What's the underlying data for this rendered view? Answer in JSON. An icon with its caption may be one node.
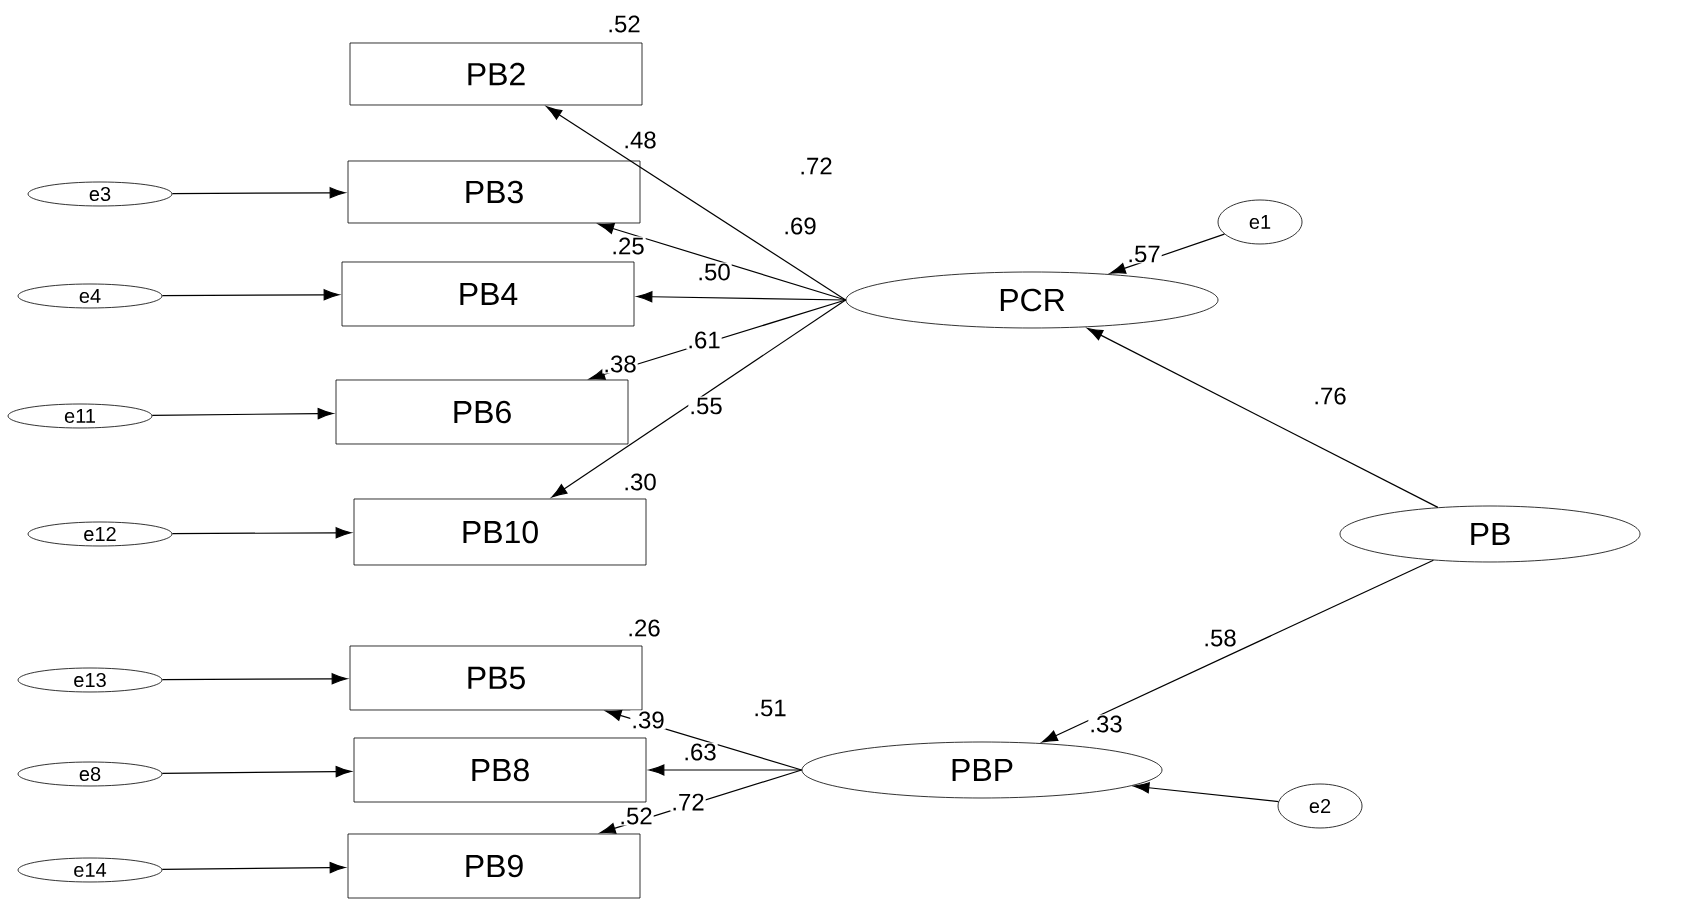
{
  "diagram": {
    "nodes": [
      {
        "text": [
          "PB2"
        ],
        "beside": [
          ".52"
        ]
      },
      {
        "text": [
          "PB3"
        ],
        "beside": [
          ".48"
        ]
      },
      {
        "text": [
          "PB4"
        ],
        "beside": [
          ".25"
        ]
      },
      {
        "text": [
          "PB6"
        ],
        "beside": [
          ".38"
        ]
      },
      {
        "text": [
          "PB10"
        ],
        "beside": [
          ".30"
        ]
      },
      {
        "text": [
          "PB5"
        ],
        "beside": [
          ".26"
        ]
      },
      {
        "text": [
          "PB8"
        ],
        "beside": [
          ".39"
        ]
      },
      {
        "text": [
          "PB9"
        ],
        "beside": [
          ".52"
        ]
      },
      {
        "text": [
          "PCR"
        ],
        "beside": [
          ".57"
        ]
      },
      {
        "text": [
          "PB"
        ]
      },
      {
        "text": [
          "PBP"
        ],
        "beside": [
          ".33"
        ]
      },
      {
        "text": [
          "e1"
        ]
      },
      {
        "text": [
          "e2"
        ]
      },
      {
        "text": [
          "e3"
        ]
      },
      {
        "text": [
          "e4"
        ]
      },
      {
        "text": [
          "e11"
        ]
      },
      {
        "text": [
          "e12"
        ]
      },
      {
        "text": [
          "e13"
        ]
      },
      {
        "text": [
          "e8"
        ]
      },
      {
        "text": [
          "e14"
        ]
      }
    ],
    "edges": [
      {
        "from": 8,
        "to": 0,
        "arrow": "to",
        "label": ".72"
      },
      {
        "from": 8,
        "to": 1,
        "arrow": "to",
        "label": ".69"
      },
      {
        "from": 8,
        "to": 2,
        "arrow": "to",
        "label": ".50"
      },
      {
        "from": 8,
        "to": 3,
        "arrow": "to",
        "label": ".61"
      },
      {
        "from": 8,
        "to": 4,
        "arrow": "to",
        "label": ".55"
      },
      {
        "from": 10,
        "to": 5,
        "arrow": "to",
        "label": ".51"
      },
      {
        "from": 10,
        "to": 6,
        "arrow": "to",
        "label": ".63"
      },
      {
        "from": 10,
        "to": 7,
        "arrow": "to",
        "label": ".72"
      },
      {
        "from": 9,
        "to": 8,
        "arrow": "to",
        "label": ".76"
      },
      {
        "from": 9,
        "to": 10,
        "arrow": "to",
        "label": ".58"
      },
      {
        "from": 11,
        "to": 8,
        "arrow": "to"
      },
      {
        "from": 12,
        "to": 10,
        "arrow": "to"
      },
      {
        "from": 13,
        "to": 1,
        "arrow": "to"
      },
      {
        "from": 14,
        "to": 2,
        "arrow": "to"
      },
      {
        "from": 15,
        "to": 3,
        "arrow": "to"
      },
      {
        "from": 16,
        "to": 4,
        "arrow": "to"
      },
      {
        "from": 17,
        "to": 5,
        "arrow": "to"
      },
      {
        "from": 18,
        "to": 6,
        "arrow": "to"
      },
      {
        "from": 19,
        "to": 7,
        "arrow": "to"
      }
    ]
  }
}
